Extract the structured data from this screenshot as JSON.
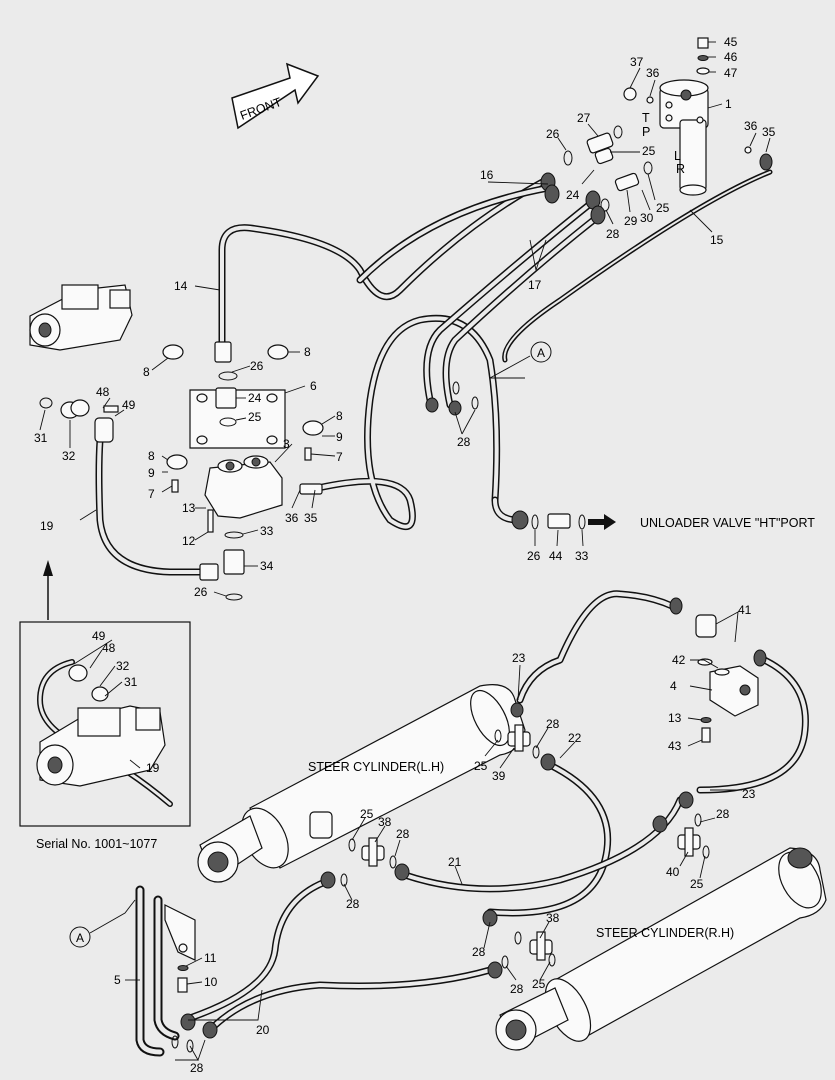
{
  "labels": {
    "front": "FRONT",
    "unloader": "UNLOADER VALVE \"HT\"PORT",
    "steer_lh": "STEER CYLINDER(L.H)",
    "steer_rh": "STEER CYLINDER(R.H)",
    "serial": "Serial No. 1001~1077",
    "port_t": "T",
    "port_p": "P",
    "port_l": "L",
    "port_r": "R",
    "callout_a_top": "A",
    "callout_a_bottom": "A"
  },
  "part_numbers": [
    {
      "id": "p45",
      "text": "45"
    },
    {
      "id": "p46",
      "text": "46"
    },
    {
      "id": "p47",
      "text": "47"
    },
    {
      "id": "p37",
      "text": "37"
    },
    {
      "id": "p36a",
      "text": "36"
    },
    {
      "id": "p1",
      "text": "1"
    },
    {
      "id": "p36b",
      "text": "36"
    },
    {
      "id": "p35a",
      "text": "35"
    },
    {
      "id": "p27",
      "text": "27"
    },
    {
      "id": "p26a",
      "text": "26"
    },
    {
      "id": "p25a",
      "text": "25"
    },
    {
      "id": "p16",
      "text": "16"
    },
    {
      "id": "p24a",
      "text": "24"
    },
    {
      "id": "p25b",
      "text": "25"
    },
    {
      "id": "p29",
      "text": "29"
    },
    {
      "id": "p30",
      "text": "30"
    },
    {
      "id": "p28a",
      "text": "28"
    },
    {
      "id": "p15",
      "text": "15"
    },
    {
      "id": "p17",
      "text": "17"
    },
    {
      "id": "p14",
      "text": "14"
    },
    {
      "id": "p8a",
      "text": "8"
    },
    {
      "id": "p26b",
      "text": "26"
    },
    {
      "id": "p8b",
      "text": "8"
    },
    {
      "id": "p24b",
      "text": "24"
    },
    {
      "id": "p6",
      "text": "6"
    },
    {
      "id": "p25c",
      "text": "25"
    },
    {
      "id": "p8c",
      "text": "8"
    },
    {
      "id": "p9a",
      "text": "9"
    },
    {
      "id": "p3",
      "text": "3"
    },
    {
      "id": "p8d",
      "text": "8"
    },
    {
      "id": "p9b",
      "text": "9"
    },
    {
      "id": "p7a",
      "text": "7"
    },
    {
      "id": "p7b",
      "text": "7"
    },
    {
      "id": "p48a",
      "text": "48"
    },
    {
      "id": "p49a",
      "text": "49"
    },
    {
      "id": "p31a",
      "text": "31"
    },
    {
      "id": "p32a",
      "text": "32"
    },
    {
      "id": "p28b",
      "text": "28"
    },
    {
      "id": "p13a",
      "text": "13"
    },
    {
      "id": "p12",
      "text": "12"
    },
    {
      "id": "p33a",
      "text": "33"
    },
    {
      "id": "p36c",
      "text": "36"
    },
    {
      "id": "p35b",
      "text": "35"
    },
    {
      "id": "p19a",
      "text": "19"
    },
    {
      "id": "p34",
      "text": "34"
    },
    {
      "id": "p26c",
      "text": "26"
    },
    {
      "id": "p26d",
      "text": "26"
    },
    {
      "id": "p44",
      "text": "44"
    },
    {
      "id": "p33b",
      "text": "33"
    },
    {
      "id": "p41",
      "text": "41"
    },
    {
      "id": "p49b",
      "text": "49"
    },
    {
      "id": "p48b",
      "text": "48"
    },
    {
      "id": "p32b",
      "text": "32"
    },
    {
      "id": "p31b",
      "text": "31"
    },
    {
      "id": "p19b",
      "text": "19"
    },
    {
      "id": "p23a",
      "text": "23"
    },
    {
      "id": "p42",
      "text": "42"
    },
    {
      "id": "p4",
      "text": "4"
    },
    {
      "id": "p13b",
      "text": "13"
    },
    {
      "id": "p43",
      "text": "43"
    },
    {
      "id": "p28c",
      "text": "28"
    },
    {
      "id": "p22",
      "text": "22"
    },
    {
      "id": "p25d",
      "text": "25"
    },
    {
      "id": "p39",
      "text": "39"
    },
    {
      "id": "p23b",
      "text": "23"
    },
    {
      "id": "p25e",
      "text": "25"
    },
    {
      "id": "p38a",
      "text": "38"
    },
    {
      "id": "p28d",
      "text": "28"
    },
    {
      "id": "p28e",
      "text": "28"
    },
    {
      "id": "p40",
      "text": "40"
    },
    {
      "id": "p25f",
      "text": "25"
    },
    {
      "id": "p21",
      "text": "21"
    },
    {
      "id": "p28f",
      "text": "28"
    },
    {
      "id": "p38b",
      "text": "38"
    },
    {
      "id": "p28g",
      "text": "28"
    },
    {
      "id": "p28h",
      "text": "28"
    },
    {
      "id": "p25g",
      "text": "25"
    },
    {
      "id": "p11",
      "text": "11"
    },
    {
      "id": "p10",
      "text": "10"
    },
    {
      "id": "p5",
      "text": "5"
    },
    {
      "id": "p20",
      "text": "20"
    },
    {
      "id": "p28i",
      "text": "28"
    }
  ],
  "colors": {
    "background": "#ebebeb",
    "line": "#111111",
    "part_fill": "#fafafa"
  },
  "icons": {
    "front_arrow": "hollow-arrow-icon",
    "unloader_arrow": "solid-arrow-icon",
    "up_arrow": "up-arrow-icon"
  }
}
